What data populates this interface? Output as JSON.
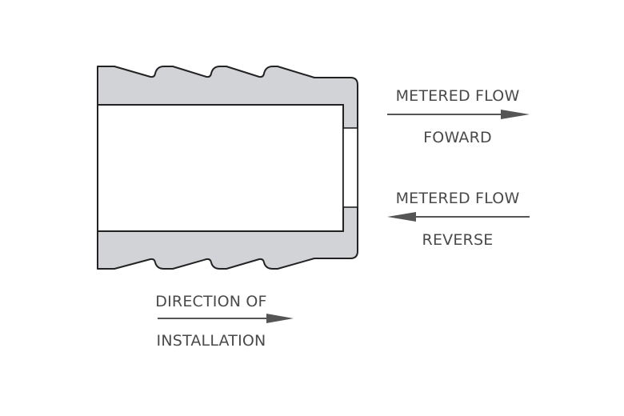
{
  "labels": {
    "forward_top": "METERED FLOW",
    "forward_bottom": "FOWARD",
    "reverse_top": "METERED FLOW",
    "reverse_bottom": "REVERSE",
    "install_top": "DIRECTION OF",
    "install_bottom": "INSTALLATION"
  },
  "colors": {
    "body": "#d2d3d6",
    "outline": "#222222",
    "arrow": "#555555",
    "text": "#4a4a4a"
  }
}
